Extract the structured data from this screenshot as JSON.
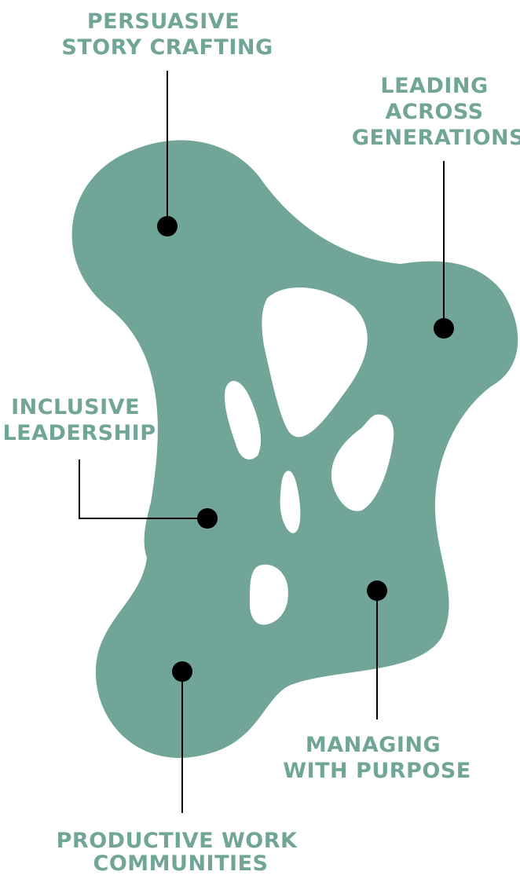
{
  "colors": {
    "blob": "#70a597",
    "text": "#70a597",
    "node": "#000000",
    "line": "#000000",
    "background": "#ffffff"
  },
  "labels": {
    "persuasive": [
      "PERSUASIVE",
      "STORY CRAFTING"
    ],
    "leading": [
      "LEADING",
      "ACROSS",
      "GENERATIONS"
    ],
    "inclusive": [
      "INCLUSIVE",
      "LEADERSHIP"
    ],
    "managing": [
      "MANAGING",
      "WITH PURPOSE"
    ],
    "productive": [
      "PRODUCTIVE WORK",
      "COMMUNITIES"
    ]
  }
}
